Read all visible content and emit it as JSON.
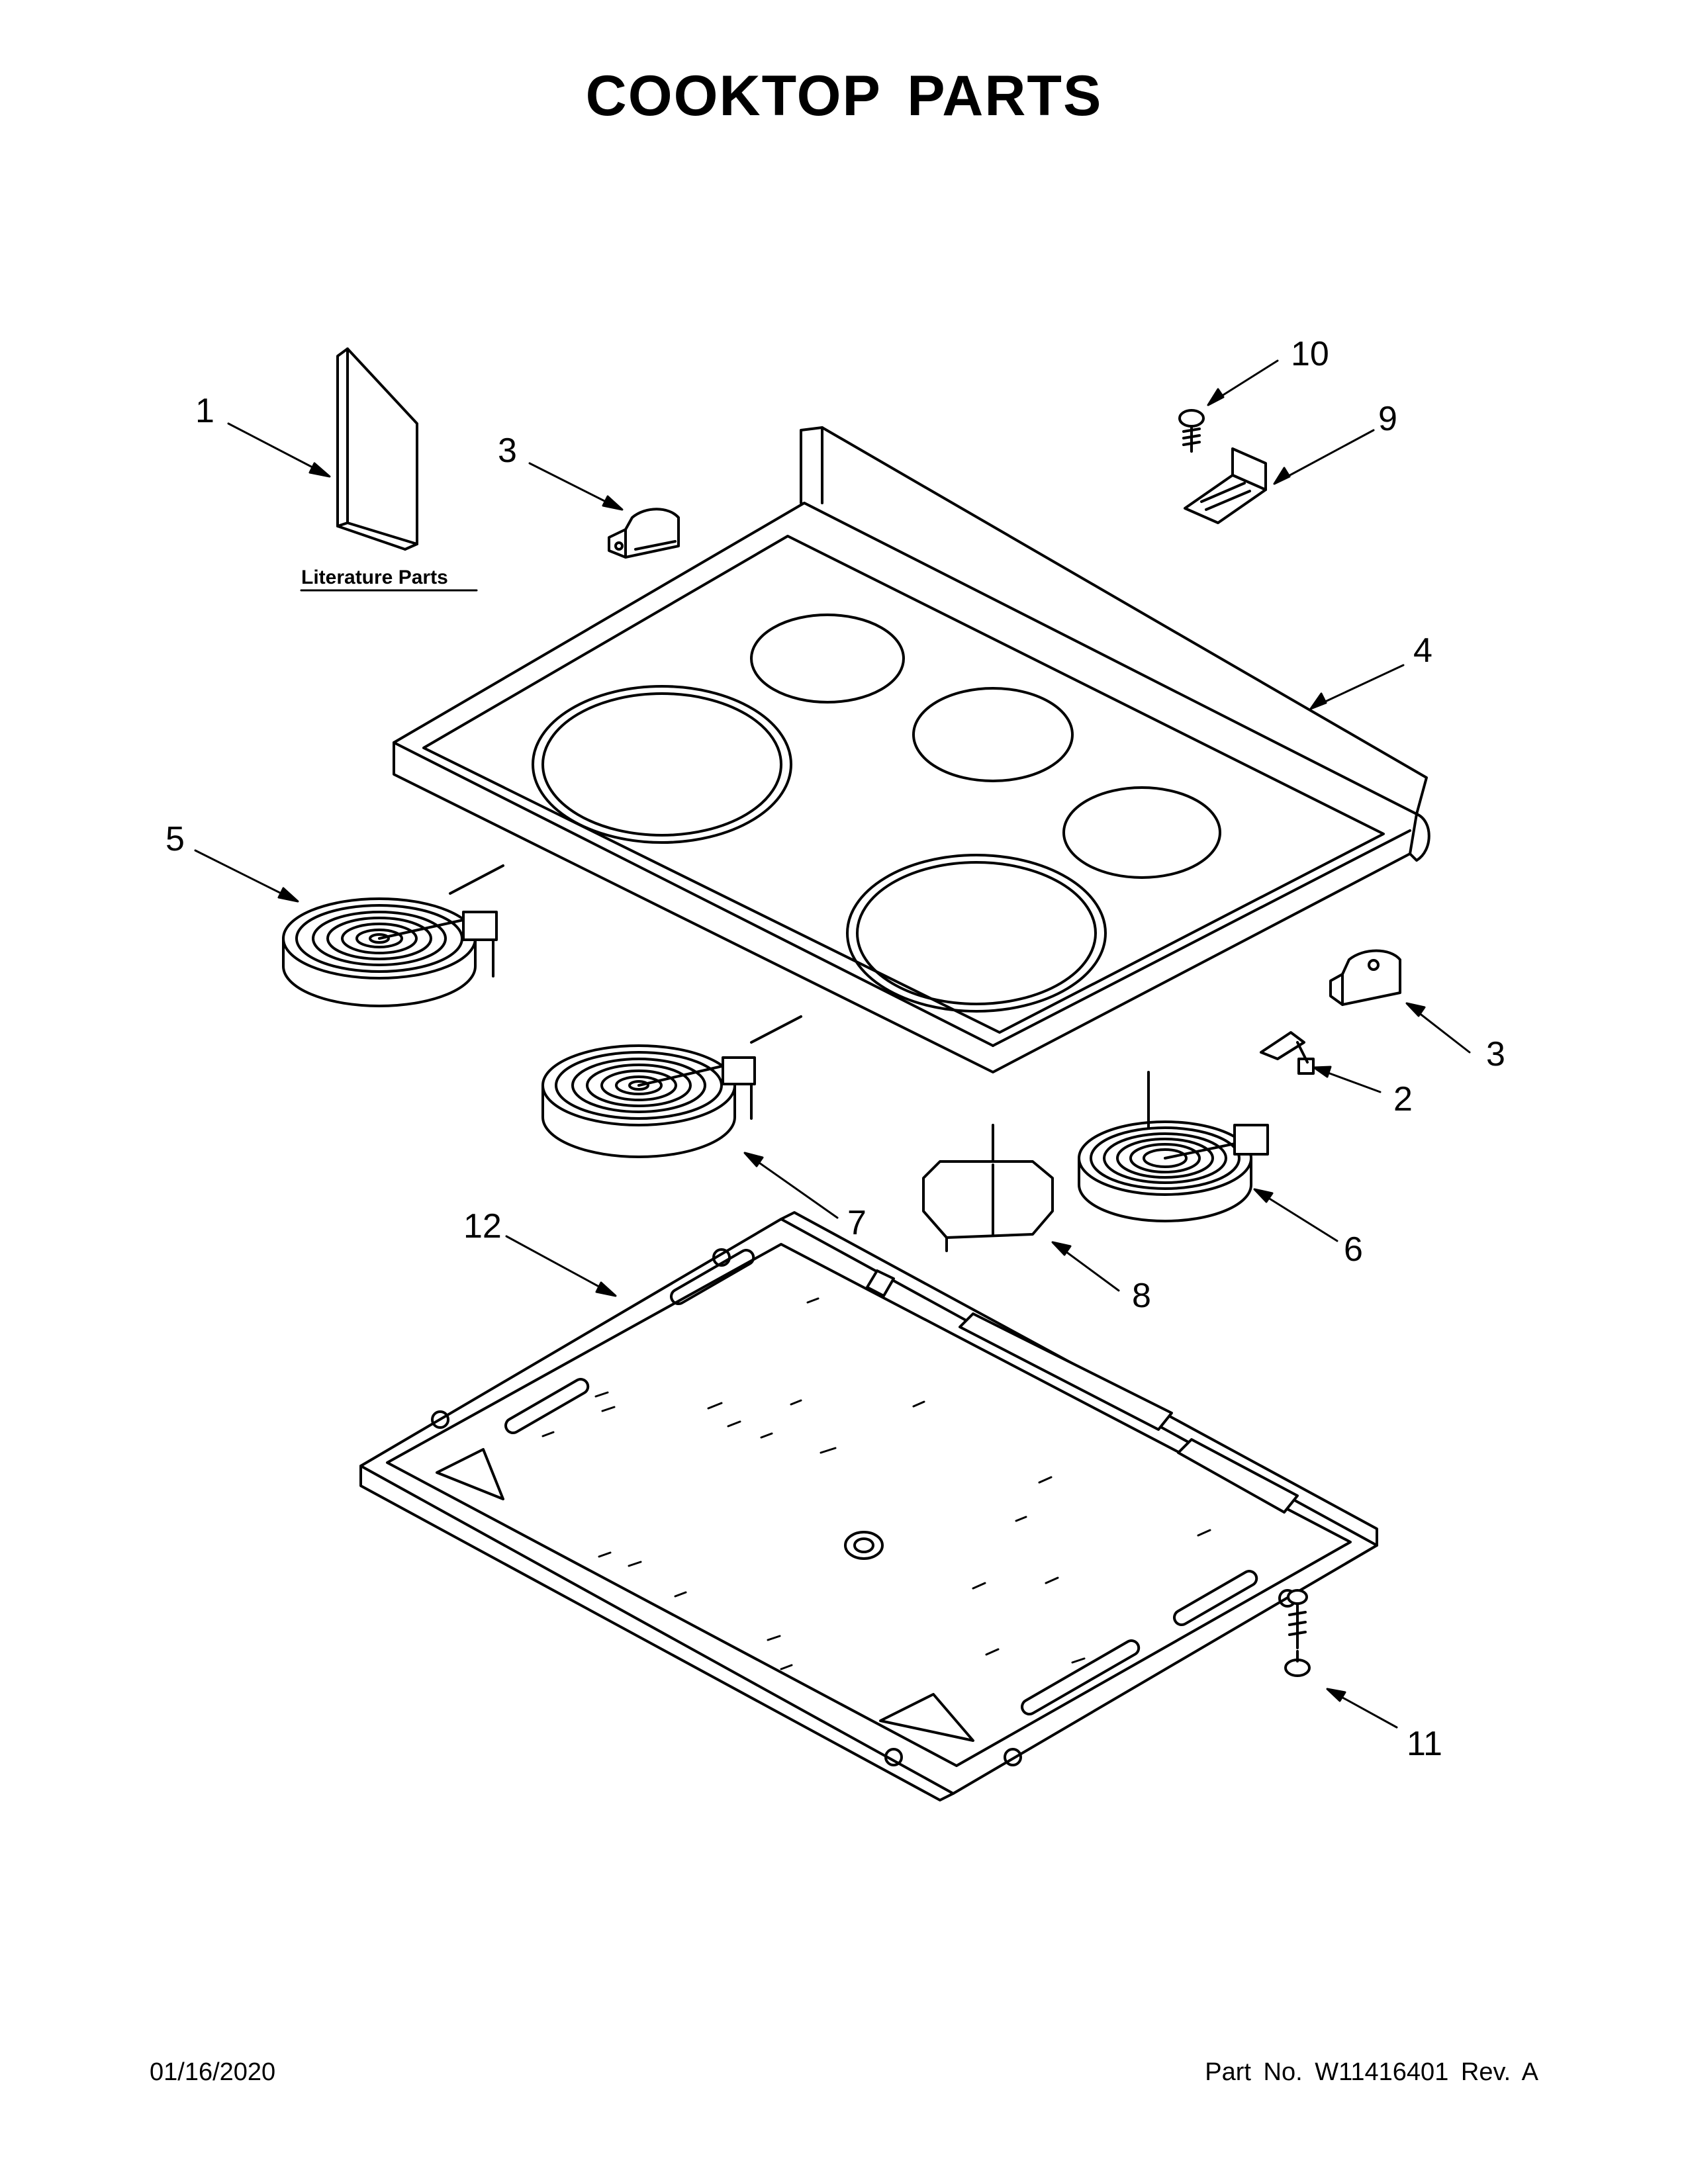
{
  "title": "COOKTOP PARTS",
  "literature_label": "Literature Parts",
  "callouts": {
    "c1": "1",
    "c2": "2",
    "c3a": "3",
    "c3b": "3",
    "c4": "4",
    "c5": "5",
    "c6": "6",
    "c7": "7",
    "c8": "8",
    "c9": "9",
    "c10": "10",
    "c11": "11",
    "c12": "12"
  },
  "footer": {
    "date": "01/16/2020",
    "part_info": "Part No.  W11416401  Rev.  A"
  },
  "colors": {
    "line": "#000000",
    "fill": "#ffffff"
  }
}
